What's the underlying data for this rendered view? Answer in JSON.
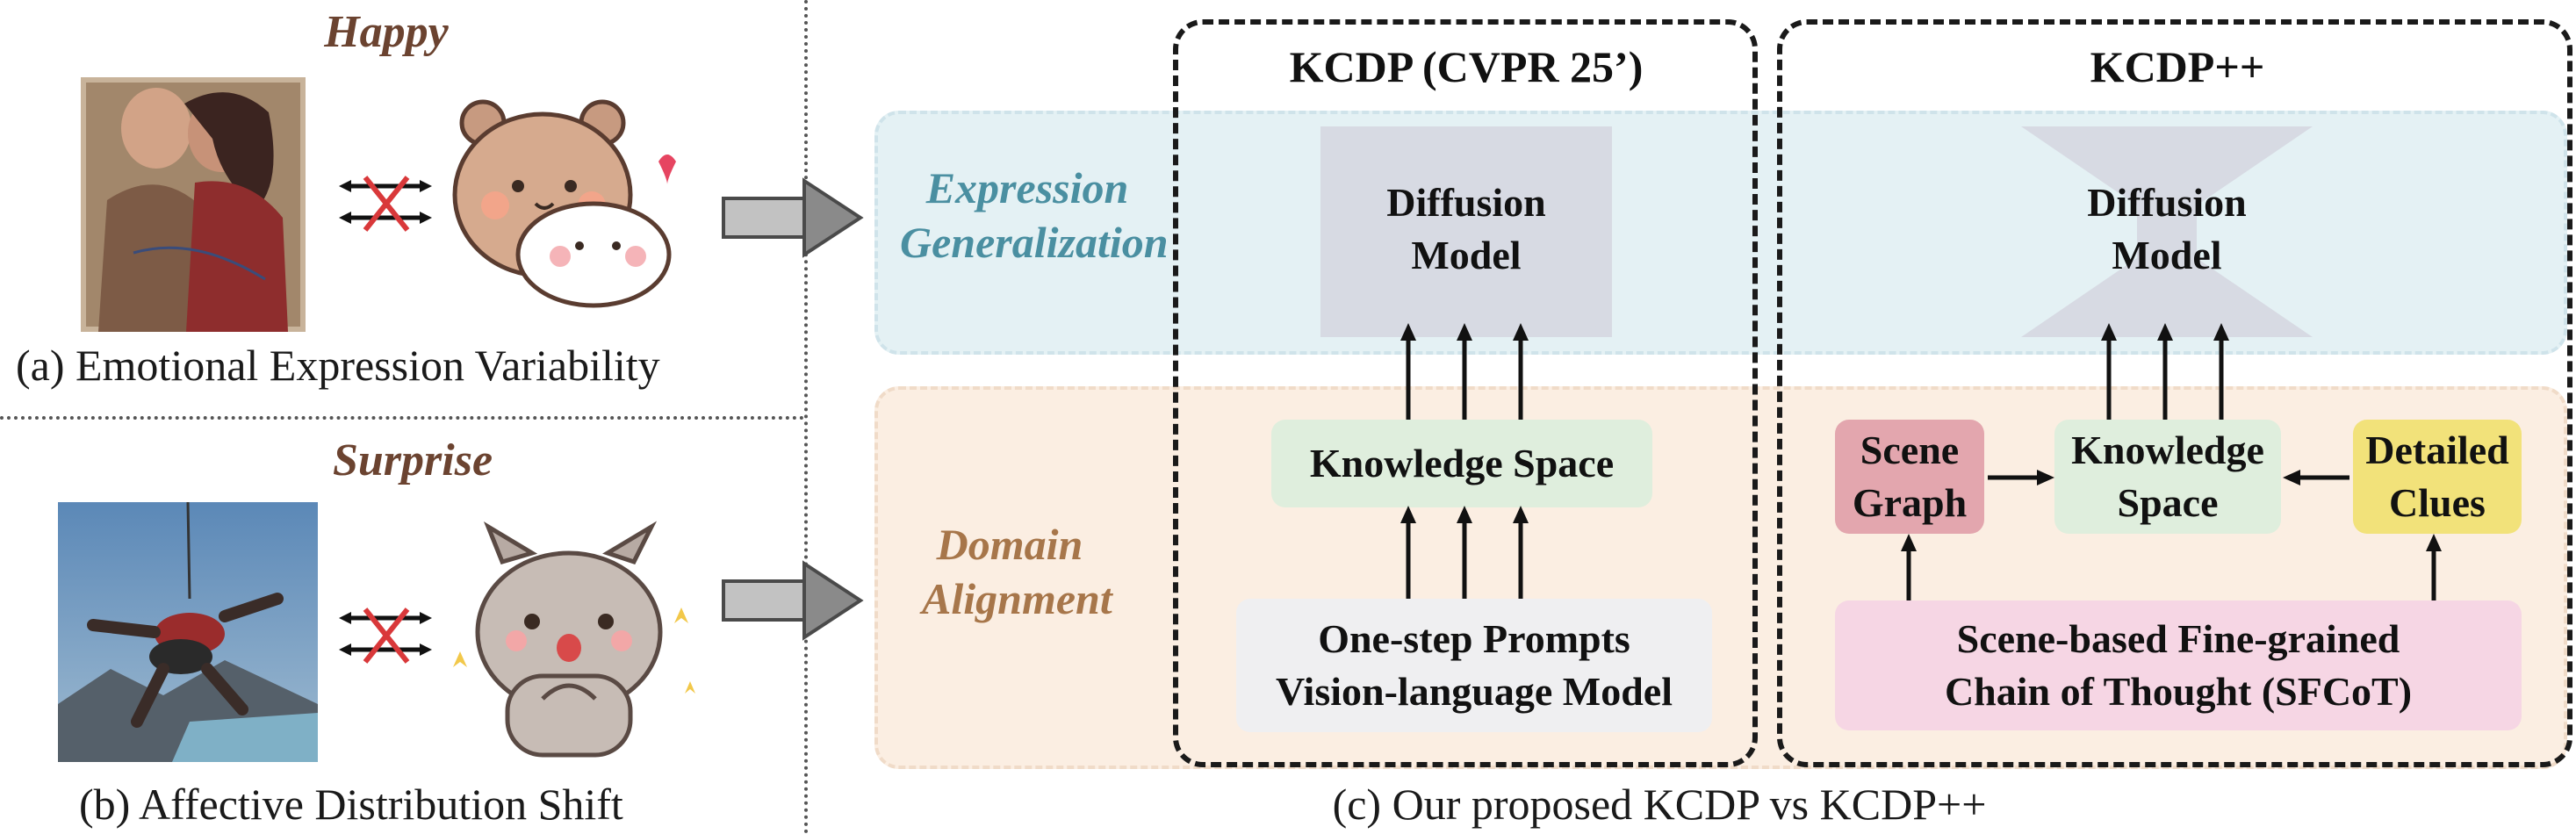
{
  "left": {
    "top": {
      "emotion": "Happy",
      "caption": "(a) Emotional Expression Variability"
    },
    "bottom": {
      "emotion": "Surprise",
      "caption": "(b) Affective Distribution Shift"
    }
  },
  "stages": {
    "upper": "Expression Generalization",
    "lower": "Domain Alignment"
  },
  "kcdp": {
    "title": "KCDP (CVPR 25’)",
    "diffusion_line1": "Diffusion",
    "diffusion_line2": "Model",
    "knowledge": "Knowledge Space",
    "prompts_line1": "One-step Prompts",
    "prompts_line2": "Vision-language Model"
  },
  "kcdppp": {
    "title": "KCDP++",
    "diffusion_line1": "Diffusion",
    "diffusion_line2": "Model",
    "scene_line1": "Scene",
    "scene_line2": "Graph",
    "knowledge_line1": "Knowledge",
    "knowledge_line2": "Space",
    "clues_line1": "Detailed",
    "clues_line2": "Clues",
    "sfcot_line1": "Scene-based Fine-grained",
    "sfcot_line2": "Chain of Thought (SFCoT)"
  },
  "bottom_caption": "(c) Our proposed KCDP vs KCDP++",
  "colors": {
    "emotion_brown": "#6b4330",
    "teal_band": "#e4f1f4",
    "peach_band": "#fbeee2",
    "diffusion_gray": "#d7dae3",
    "knowledge_green": "#dfeedd",
    "prompt_gray": "#efeff1",
    "scene_red": "#e3a6ae",
    "clues_yellow": "#f2e27a",
    "sfcot_pink": "#f6d6e4",
    "teal_text": "#4a8fa1",
    "brown_text": "#a7764a"
  }
}
